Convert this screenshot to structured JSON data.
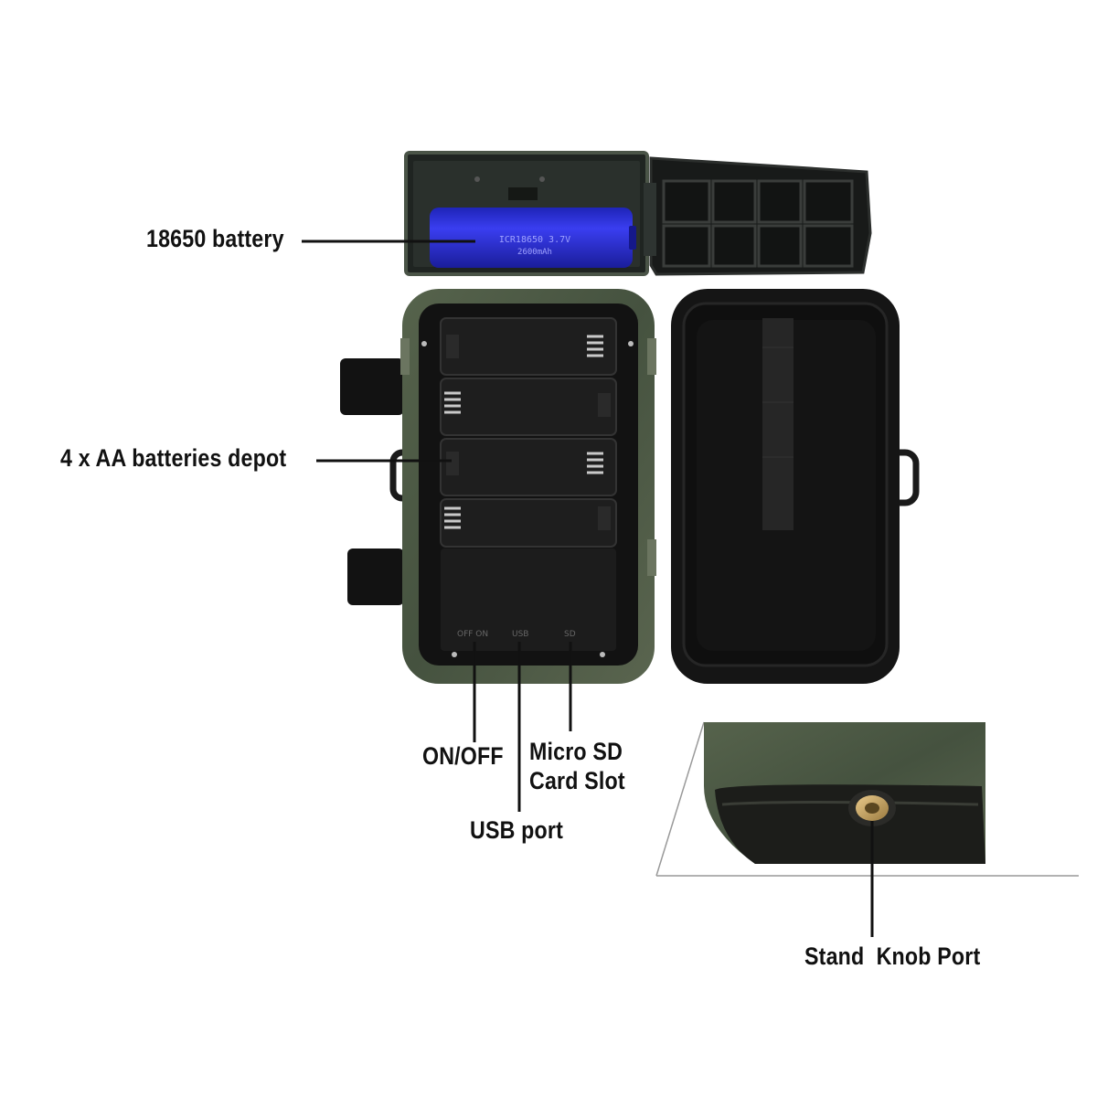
{
  "callouts": {
    "battery_18650": "18650 battery",
    "aa_depot": "4 x AA batteries depot",
    "on_off": "ON/OFF",
    "usb_port": "USB port",
    "micro_sd_line1": "Micro SD",
    "micro_sd_line2": "Card Slot",
    "stand_knob": "Stand  Knob Port"
  },
  "panel_marks": {
    "switch": "OFF ON",
    "usb": "USB",
    "sd": "SD"
  },
  "colors": {
    "camo_green": "#4b5a45",
    "black_plastic": "#161616",
    "battery_blue": "#2a2de0",
    "label_text": "#111111"
  },
  "icons": [
    "battery-18650-icon",
    "aa-battery-icon",
    "tripod-brass-insert-icon"
  ]
}
